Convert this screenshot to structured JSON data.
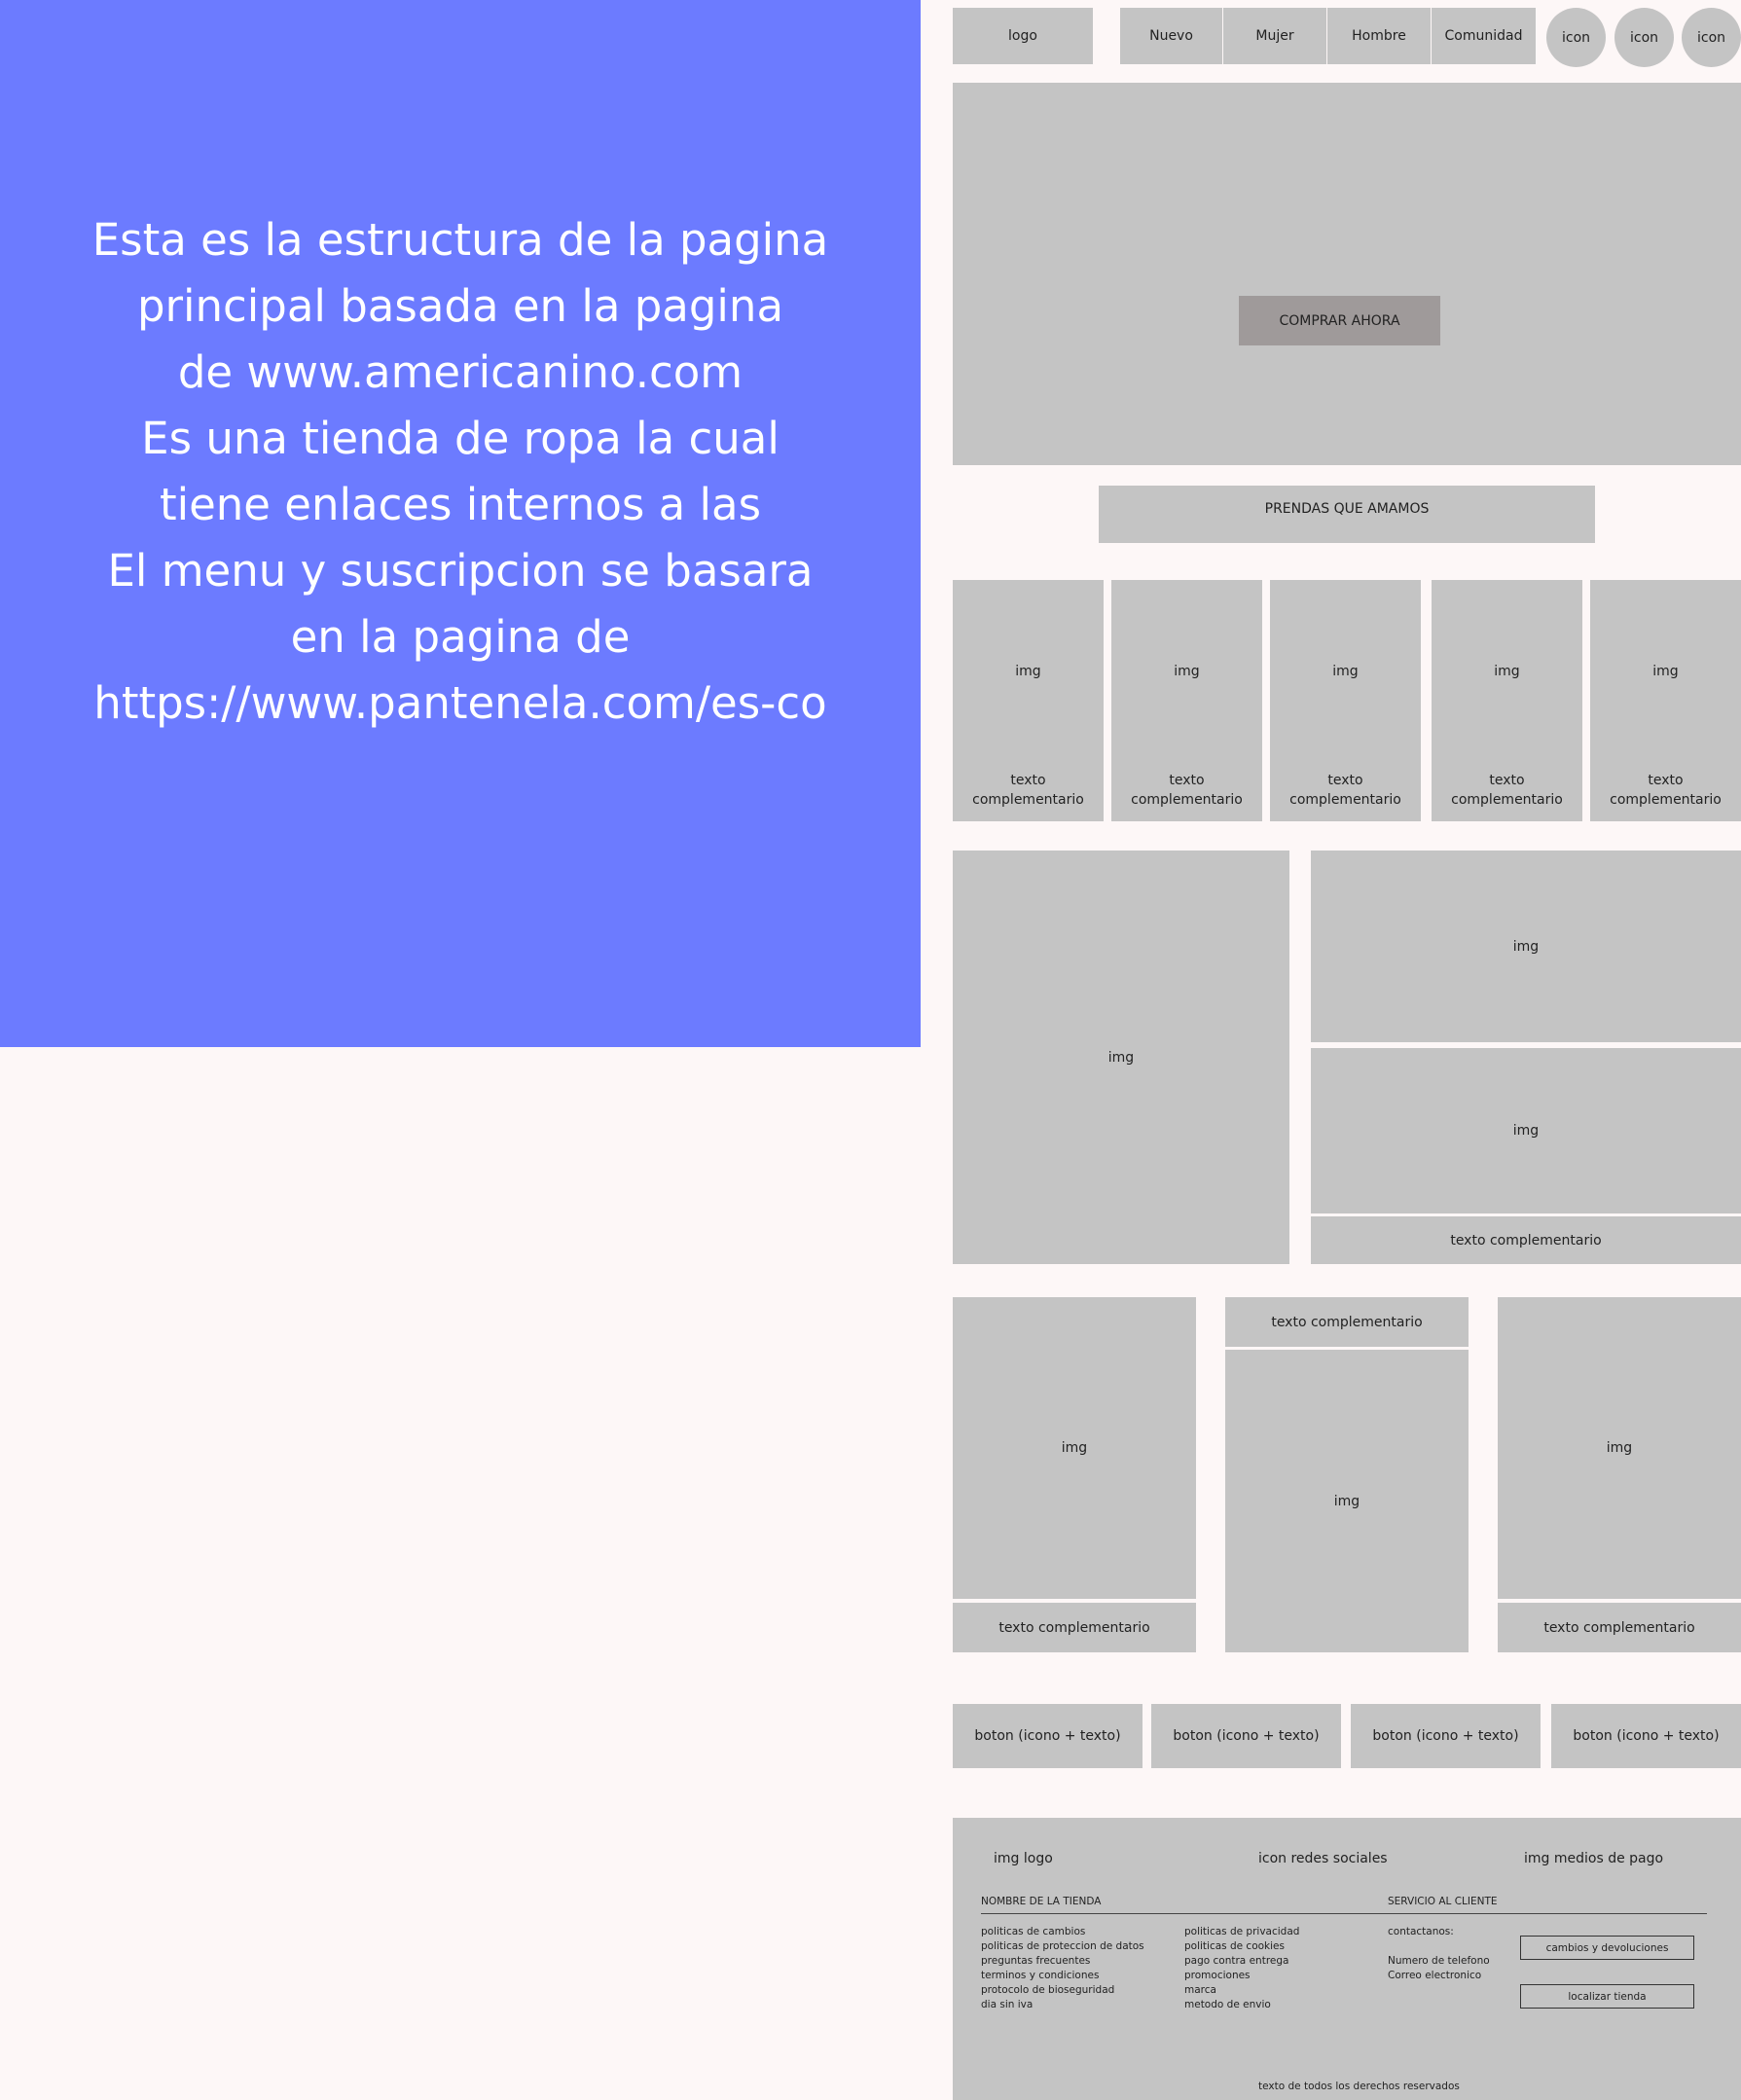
{
  "note": {
    "lines": [
      "Esta es la estructura de la pagina",
      "principal basada en la pagina",
      "de www.americanino.com",
      "Es una tienda de ropa la cual",
      "tiene enlaces internos a las",
      "El menu y suscripcion se basara",
      "en la pagina de",
      "https://www.pantenela.com/es-co"
    ]
  },
  "header": {
    "logo": "logo",
    "nav": [
      "Nuevo",
      "Mujer",
      "Hombre",
      "Comunidad"
    ],
    "icons": [
      "icon",
      "icon",
      "icon"
    ]
  },
  "hero": {
    "cta": "COMPRAR AHORA"
  },
  "section_title": "PRENDAS QUE AMAMOS",
  "products": [
    {
      "img": "img",
      "text": "texto complementario"
    },
    {
      "img": "img",
      "text": "texto complementario"
    },
    {
      "img": "img",
      "text": "texto complementario"
    },
    {
      "img": "img",
      "text": "texto complementario"
    },
    {
      "img": "img",
      "text": "texto complementario"
    }
  ],
  "grid2": {
    "left_img": "img",
    "right_top_img": "img",
    "right_mid_img": "img",
    "right_text": "texto complementario"
  },
  "grid3": {
    "col1_img": "img",
    "col1_text": "texto complementario",
    "col2_text": "texto complementario",
    "col2_img": "img",
    "col3_img": "img",
    "col3_text": "texto complementario"
  },
  "buttons": [
    "boton (icono + texto)",
    "boton (icono + texto)",
    "boton (icono + texto)",
    "boton (icono + texto)"
  ],
  "footer": {
    "logo": "img logo",
    "social": "icon redes sociales",
    "payments": "img medios de pago",
    "store_heading": "NOMBRE DE LA TIENDA",
    "service_heading": "SERVICIO AL CLIENTE",
    "col1": [
      "politicas de cambios",
      "politicas de proteccion de datos",
      "preguntas frecuentes",
      "terminos y condiciones",
      "protocolo de bioseguridad",
      "dia sin iva"
    ],
    "col2": [
      "politicas de privacidad",
      "politicas de cookies",
      "pago contra entrega",
      "promociones",
      "marca",
      "metodo de envio"
    ],
    "contact_label": "contactanos:",
    "contact": [
      "Numero de telefono",
      "Correo electronico"
    ],
    "btn_returns": "cambios y devoluciones",
    "btn_store": "localizar tienda",
    "rights": "texto de todos los derechos reservados"
  }
}
